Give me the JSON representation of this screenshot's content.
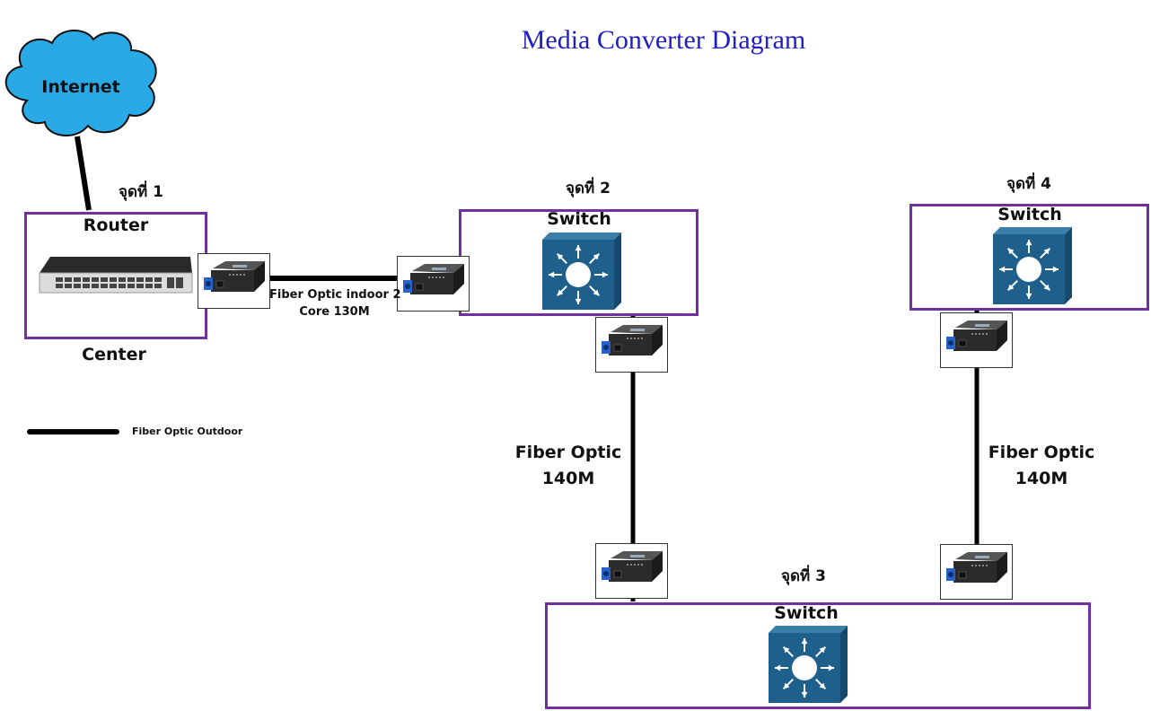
{
  "title": "Media Converter Diagram",
  "cloud": {
    "label": "Internet"
  },
  "sites": [
    {
      "point_label": "จุดที่ 1",
      "device_label": "Router",
      "caption": "Center"
    },
    {
      "point_label": "จุดที่ 2",
      "device_label": "Switch"
    },
    {
      "point_label": "จุดที่ 3",
      "device_label": "Switch"
    },
    {
      "point_label": "จุดที่ 4",
      "device_label": "Switch"
    }
  ],
  "links": {
    "indoor_line1": "Fiber Optic indoor 2",
    "indoor_line2": "Core  130M",
    "left_line1": "Fiber Optic",
    "left_line2": "140M",
    "right_line1": "Fiber Optic",
    "right_line2": "140M"
  },
  "legend": {
    "label": "Fiber Optic Outdoor"
  },
  "colors": {
    "title": "#1f1fbf",
    "box_border": "#7030a0",
    "switch": "#1f5f8b",
    "cloud": "#29a9e6"
  }
}
